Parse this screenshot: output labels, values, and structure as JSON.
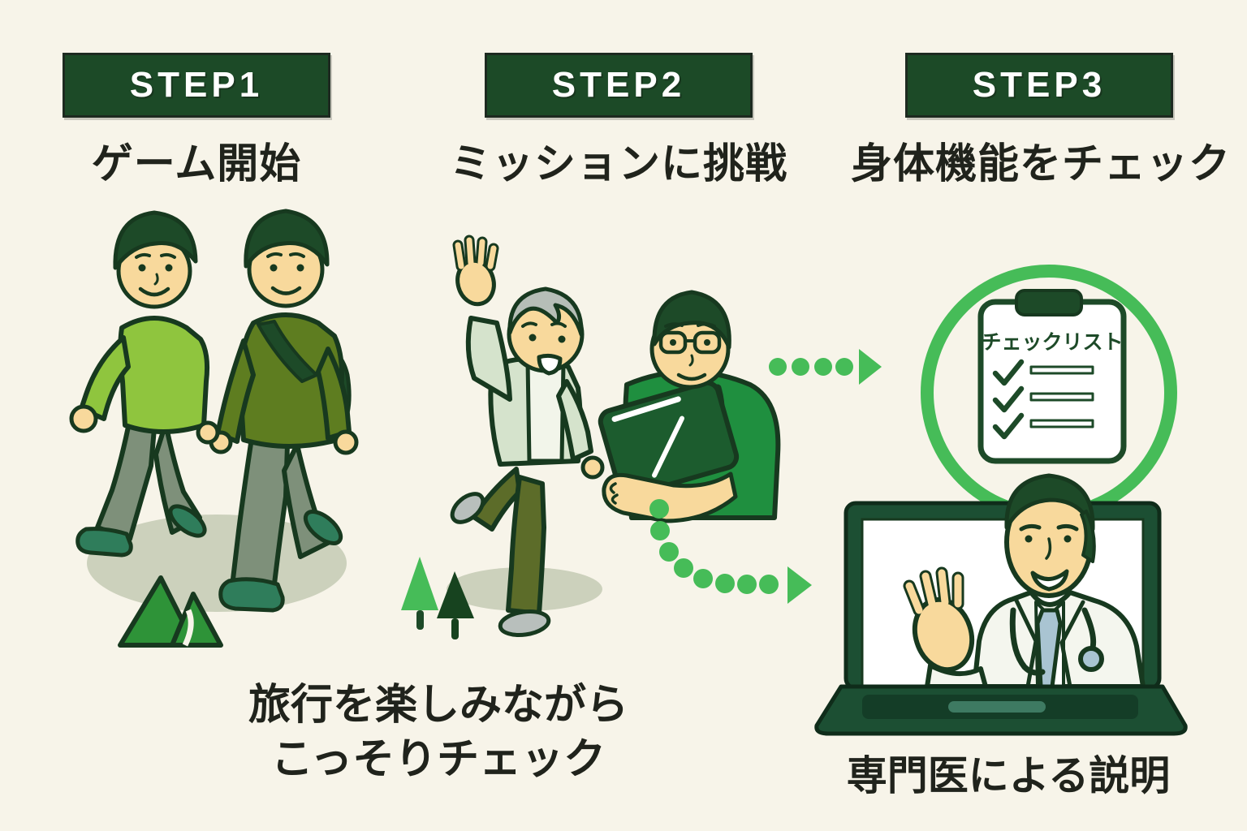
{
  "steps": [
    {
      "banner": "STEP1",
      "title": "ゲーム開始"
    },
    {
      "banner": "STEP2",
      "title": "ミッションに挑戦"
    },
    {
      "banner": "STEP3",
      "title": "身体機能をチェック"
    }
  ],
  "checklist": {
    "title": "チェックリスト",
    "rows": 3
  },
  "captions": {
    "journey_line1": "旅行を楽しみながら",
    "journey_line2": "こっそりチェック",
    "specialist": "専門医による説明"
  },
  "palette": {
    "background": "#f7f4e9",
    "banner_green": "#1c4a27",
    "banner_text": "#ffffff",
    "heading_text": "#20231c",
    "accent_green": "#46bc58",
    "dark_green": "#1d4a28",
    "outline_green": "#17391f",
    "mountain_green": "#2e9338",
    "light_sweater_green": "#8fc53e",
    "olive_sweater_green": "#5e7d20",
    "shirt_green": "#1f8f3f",
    "pants_gray_green": "#7e907a",
    "shoe_teal": "#2f7d5b",
    "skin": "#f8d99c",
    "gray_hair": "#b6beb7",
    "sage_cardigan": "#d5e3cc",
    "olive_pants": "#5c6c29",
    "shadow_gray_green": "#ccd1bc",
    "laptop_green": "#1c4f33",
    "laptop_dark": "#143d27",
    "tie_blue_gray": "#a9c4d2"
  }
}
